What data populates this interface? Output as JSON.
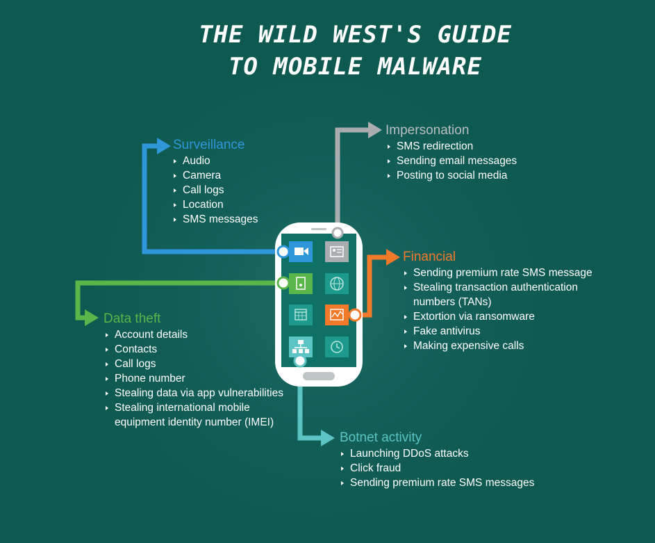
{
  "title": {
    "line1": "THE WILD WEST'S GUIDE",
    "line2": "TO MOBILE MALWARE"
  },
  "colors": {
    "background": "#0f5a50",
    "surveillance": "#2f97d9",
    "impersonation": "#a9adb0",
    "financial": "#f07a2a",
    "data_theft": "#5ab54a",
    "botnet": "#5cc4c4",
    "app_teal": "#1c9a8d"
  },
  "surveillance": {
    "heading": "Surveillance",
    "items": [
      "Audio",
      "Camera",
      "Call logs",
      "Location",
      "SMS messages"
    ]
  },
  "impersonation": {
    "heading": "Impersonation",
    "items": [
      "SMS redirection",
      "Sending email messages",
      "Posting to social media"
    ]
  },
  "financial": {
    "heading": "Financial",
    "items": [
      "Sending premium rate SMS message",
      "Stealing transaction authentication",
      "numbers (TANs)",
      "Extortion via ransomware",
      "Fake antivirus",
      "Making expensive calls"
    ]
  },
  "data_theft": {
    "heading": "Data theft",
    "items": [
      "Account details",
      "Contacts",
      "Call logs",
      "Phone number",
      "Stealing data via app vulnerabilities",
      "Stealing international mobile",
      "equipment identity number (IMEI)"
    ]
  },
  "botnet": {
    "heading": "Botnet activity",
    "items": [
      "Launching DDoS attacks",
      "Click fraud",
      "Sending premium rate SMS messages"
    ]
  },
  "phone_apps": [
    "video-camera-icon",
    "contact-card-icon",
    "document-icon",
    "globe-icon",
    "calendar-icon",
    "chart-icon",
    "network-icon",
    "clock-icon"
  ]
}
